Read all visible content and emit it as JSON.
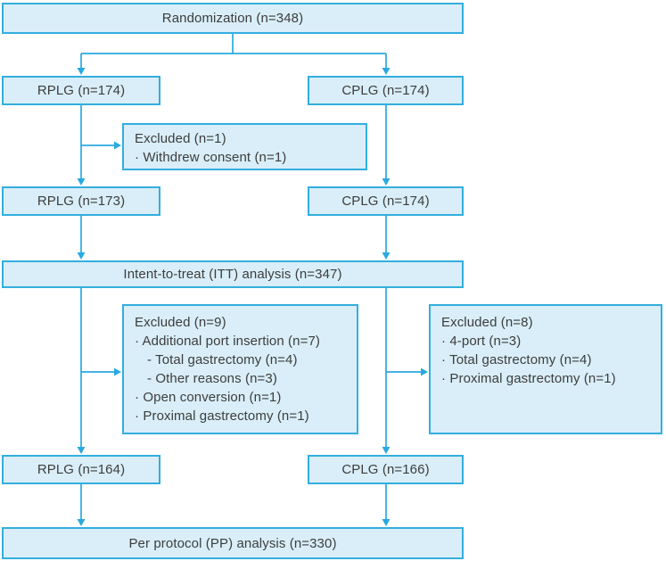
{
  "colors": {
    "box_fill": "#d9eef8",
    "box_border": "#33aede",
    "connector": "#29a9e0",
    "text": "#3d3d3d"
  },
  "boxes": {
    "randomization": "Randomization (n=348)",
    "rplg_randomized": "RPLG (n=174)",
    "cplg_randomized": "CPLG (n=174)",
    "excluded_randomization": {
      "heading": "Excluded (n=1)",
      "lines": [
        "· Withdrew consent (n=1)"
      ]
    },
    "rplg_after_exclusion": "RPLG (n=173)",
    "cplg_after_exclusion": "CPLG (n=174)",
    "itt_analysis": "Intent-to-treat (ITT) analysis (n=347)",
    "excluded_rplg": {
      "heading": "Excluded (n=9)",
      "lines": [
        "· Additional port insertion (n=7)",
        "- Total gastrectomy (n=4)",
        "- Other reasons (n=3)",
        "· Open conversion (n=1)",
        "· Proximal gastrectomy (n=1)"
      ]
    },
    "excluded_cplg": {
      "heading": "Excluded (n=8)",
      "lines": [
        "· 4-port (n=3)",
        "· Total gastrectomy (n=4)",
        "· Proximal gastrectomy (n=1)"
      ]
    },
    "rplg_pp": "RPLG (n=164)",
    "cplg_pp": "CPLG (n=166)",
    "pp_analysis": "Per protocol (PP) analysis (n=330)"
  }
}
